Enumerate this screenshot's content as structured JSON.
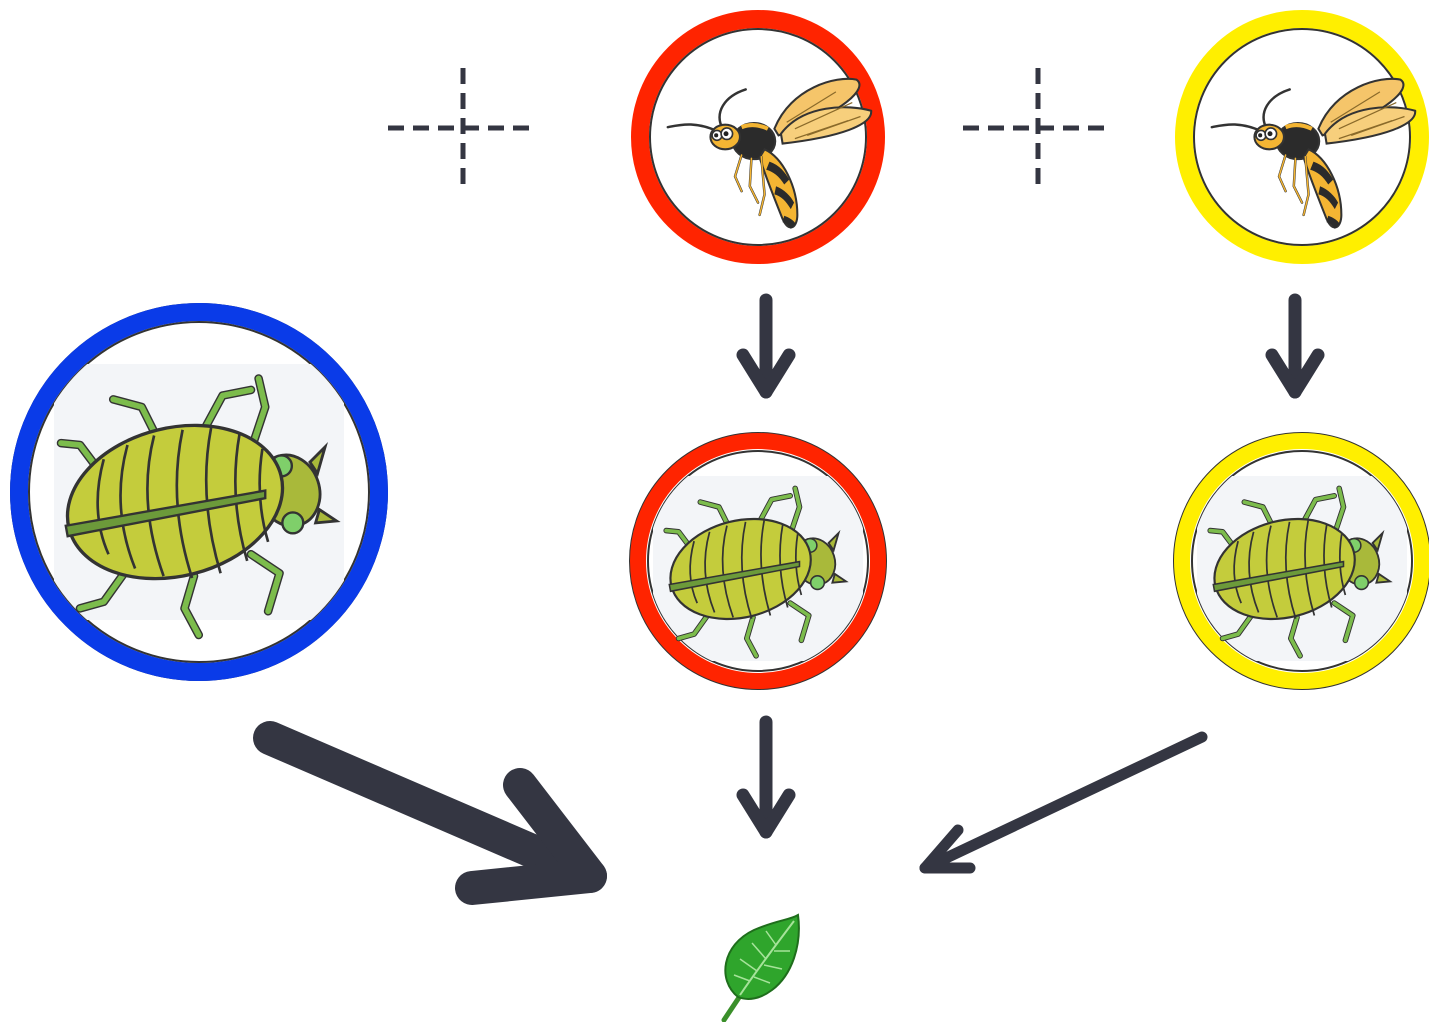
{
  "diagram": {
    "colors": {
      "background": "#ffffff",
      "arrow": "#343642",
      "unaffected_ring": "#0a3be8",
      "parasitoid_a_ring": "#ff2400",
      "parasitoid_b_ring": "#ffef00",
      "aphid_body": "#c4cc3c",
      "aphid_legs": "#6aa640",
      "wasp_body": "#2b2b2b",
      "wasp_stripe": "#f4b533",
      "wing": "#f5c56a",
      "leaf": "#2fa52c"
    },
    "nodes": [
      {
        "id": "aphid-unparasitized",
        "kind": "aphid",
        "ring": "unaffected_ring",
        "icon": "aphid-icon"
      },
      {
        "id": "wasp-red",
        "kind": "parasitoid-wasp",
        "ring": "parasitoid_a_ring",
        "icon": "wasp-icon"
      },
      {
        "id": "wasp-yellow",
        "kind": "parasitoid-wasp",
        "ring": "parasitoid_b_ring",
        "icon": "wasp-icon"
      },
      {
        "id": "aphid-red",
        "kind": "aphid",
        "ring": "parasitoid_a_ring",
        "icon": "aphid-icon"
      },
      {
        "id": "aphid-yellow",
        "kind": "aphid",
        "ring": "parasitoid_b_ring",
        "icon": "aphid-icon"
      },
      {
        "id": "leaf",
        "kind": "plant",
        "icon": "leaf-icon"
      }
    ],
    "edges": [
      {
        "from": "wasp-red",
        "to": "aphid-red",
        "style": "solid",
        "weight": "medium"
      },
      {
        "from": "wasp-yellow",
        "to": "aphid-yellow",
        "style": "solid",
        "weight": "medium"
      },
      {
        "from": "aphid-unparasitized",
        "to": "leaf",
        "style": "solid",
        "weight": "heavy"
      },
      {
        "from": "aphid-red",
        "to": "leaf",
        "style": "solid",
        "weight": "medium"
      },
      {
        "from": "aphid-yellow",
        "to": "leaf",
        "style": "solid",
        "weight": "medium"
      }
    ],
    "markers": [
      {
        "icon": "dashed-crosshair-icon",
        "near": "wasp-red"
      },
      {
        "icon": "dashed-crosshair-icon",
        "near": "wasp-yellow"
      }
    ]
  }
}
